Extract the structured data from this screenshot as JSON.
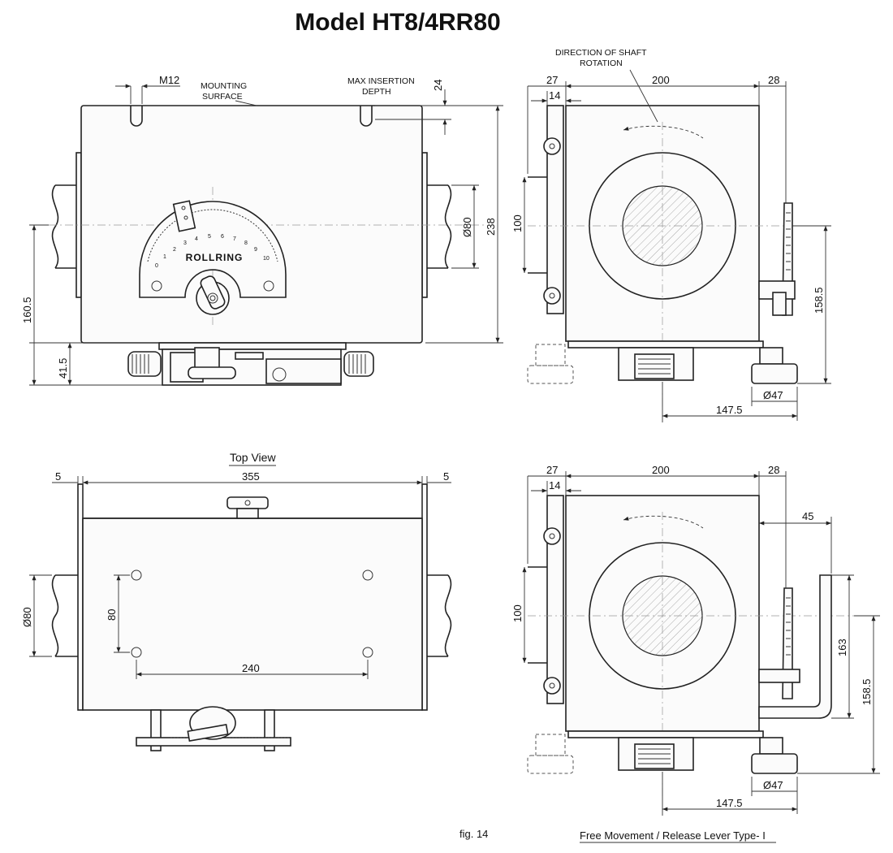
{
  "title": "Model HT8/4RR80",
  "brand": "ROLLRING",
  "front_view": {
    "labels": {
      "mounting_surface_1": "MOUNTING",
      "mounting_surface_2": "SURFACE",
      "max_insertion_1": "MAX INSERTION",
      "max_insertion_2": "DEPTH"
    },
    "dims": {
      "thread": "M12",
      "depth": "24",
      "height": "238",
      "shaft_dia": "Ø80",
      "axis_height": "160.5",
      "base_height": "41.5"
    },
    "scale": [
      "0",
      "1",
      "2",
      "3",
      "4",
      "5",
      "6",
      "7",
      "8",
      "9",
      "10"
    ]
  },
  "side_view_top": {
    "labels": {
      "rotation_1": "DIRECTION OF SHAFT",
      "rotation_2": "ROTATION"
    },
    "dims": {
      "left_offset": "27",
      "plate": "14",
      "width": "200",
      "right_offset": "28",
      "inner_height": "100",
      "lever_height": "158.5",
      "foot_dia": "Ø47",
      "foot_offset": "147.5"
    }
  },
  "top_view": {
    "label": "Top View",
    "dims": {
      "left_gap": "5",
      "length": "355",
      "right_gap": "5",
      "shaft_dia": "Ø80",
      "hole_spacing_y": "80",
      "hole_spacing_x": "240"
    }
  },
  "side_view_bottom": {
    "dims": {
      "left_offset": "27",
      "plate": "14",
      "width": "200",
      "right_offset": "28",
      "lever_reach": "45",
      "inner_height": "100",
      "lever_length": "163",
      "lever_height": "158.5",
      "foot_dia": "Ø47",
      "foot_offset": "147.5"
    }
  },
  "figure_label": "fig. 14",
  "caption": "Free Movement / Release Lever Type- I"
}
